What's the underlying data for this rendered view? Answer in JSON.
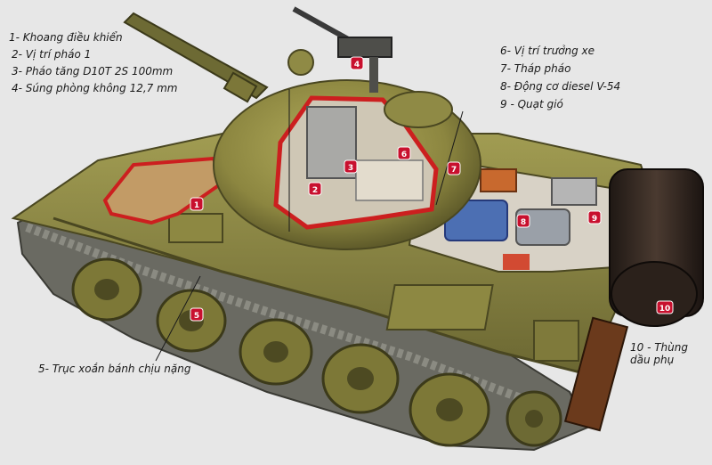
{
  "legend_left": [
    "1- Khoang điều khiển",
    "2- Vị trí pháo 1",
    "3- Pháo tăng D10T 2S 100mm",
    "4- Súng phòng không 12,7 mm"
  ],
  "legend_right": [
    "6- Vị trí trưởng xe",
    "7- Tháp pháo",
    "8- Động cơ diesel V-54",
    "9 - Quạt gió"
  ],
  "label_5": "5- Trục xoắn bánh chịu nặng",
  "label_10": "10 - Thùng dầu phụ",
  "markers": [
    "1",
    "2",
    "3",
    "4",
    "5",
    "6",
    "7",
    "8",
    "9",
    "10"
  ],
  "colors": {
    "background": "#e7e7e7",
    "hull": "#8f8b45",
    "hull_dark": "#5d5a2a",
    "turret": "#9a9548",
    "marker": "#c8102e",
    "cutaway_outline": "#cc1f1f",
    "fuel_drum": "#2b211b"
  }
}
